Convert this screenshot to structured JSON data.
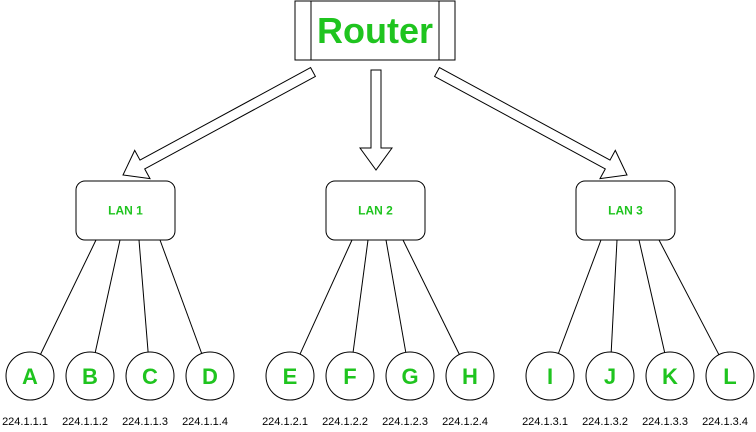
{
  "colors": {
    "label": "#1fc41f",
    "stroke": "#000000",
    "fill": "#ffffff"
  },
  "router": {
    "label": "Router"
  },
  "lans": [
    {
      "label": "LAN 1",
      "hosts": [
        {
          "name": "A",
          "ip": "224.1.1.1"
        },
        {
          "name": "B",
          "ip": "224.1.1.2"
        },
        {
          "name": "C",
          "ip": "224.1.1.3"
        },
        {
          "name": "D",
          "ip": "224.1.1.4"
        }
      ]
    },
    {
      "label": "LAN 2",
      "hosts": [
        {
          "name": "E",
          "ip": "224.1.2.1"
        },
        {
          "name": "F",
          "ip": "224.1.2.2"
        },
        {
          "name": "G",
          "ip": "224.1.2.3"
        },
        {
          "name": "H",
          "ip": "224.1.2.4"
        }
      ]
    },
    {
      "label": "LAN 3",
      "hosts": [
        {
          "name": "I",
          "ip": "224.1.3.1"
        },
        {
          "name": "J",
          "ip": "224.1.3.2"
        },
        {
          "name": "K",
          "ip": "224.1.3.3"
        },
        {
          "name": "L",
          "ip": "224.1.3.4"
        }
      ]
    }
  ]
}
